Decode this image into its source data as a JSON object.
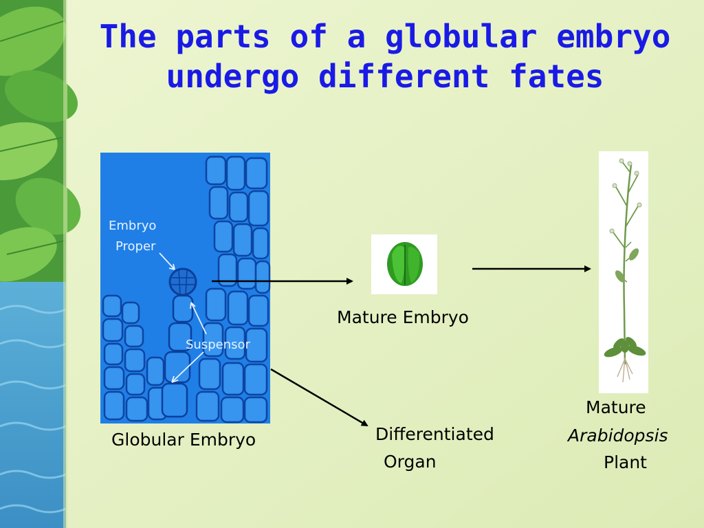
{
  "slide": {
    "title_line1": "The parts of a globular embryo",
    "title_line2": "undergo different fates"
  },
  "micrograph": {
    "label_embryo_line1": "Embryo",
    "label_embryo_line2": "Proper",
    "label_suspensor": "Suspensor",
    "caption": "Globular Embryo"
  },
  "mature_embryo": {
    "caption": "Mature Embryo"
  },
  "organ": {
    "caption_line1": "Differentiated",
    "caption_line2": "Organ"
  },
  "plant": {
    "caption_line1": "Mature",
    "caption_line2": "Arabidopsis",
    "caption_line3": "Plant"
  },
  "colors": {
    "title": "#1a1ae6",
    "background": "#e6f1c6",
    "micrograph": "#1f7fe6",
    "embryo_green": "#3cae2a"
  }
}
